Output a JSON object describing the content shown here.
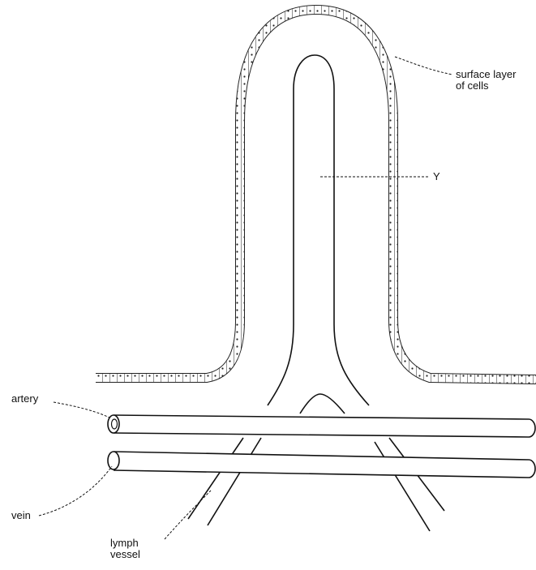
{
  "diagram": {
    "labels": {
      "surface_line1": "surface layer",
      "surface_line2": "of cells",
      "y": "Y",
      "artery": "artery",
      "vein": "vein",
      "lymph_line1": "lymph",
      "lymph_line2": "vessel"
    }
  }
}
